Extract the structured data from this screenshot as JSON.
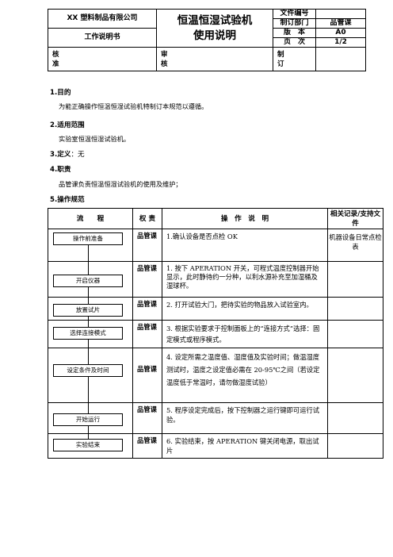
{
  "header": {
    "company": "XX 塑料制品有限公司",
    "doc_type": "工作说明书",
    "title_line1": "恒温恒湿试验机",
    "title_line2": "使用说明",
    "fields": [
      {
        "label": "文件编号",
        "value": ""
      },
      {
        "label": "制订部门",
        "value": "品管课"
      },
      {
        "label": "版　本",
        "value": "A0"
      },
      {
        "label": "页　次",
        "value": "1/2"
      }
    ],
    "approve": "核\n准",
    "review": "审\n核",
    "draft": "制\n订"
  },
  "sections": [
    {
      "heading": "1.目的",
      "body": "为能正确操作恒温恒湿试验机特制订本规范以遵循。"
    },
    {
      "heading": "2.适用范围",
      "body": "实验室恒温恒湿试验机。"
    },
    {
      "heading": "3.定义",
      "body": "：无"
    },
    {
      "heading": "4.职责",
      "body": "品管课负责恒温恒湿试验机的使用及维护；"
    },
    {
      "heading": "5.操作规范",
      "body": ""
    }
  ],
  "table": {
    "headers": [
      "流　　程",
      "权 责",
      "操　作　说　明",
      "相关记录/支持文件"
    ],
    "steps": [
      {
        "flow": "操作前准备",
        "resp": "品管课",
        "desc": "1.确认设备是否点检 OK",
        "record": "机器设备日常点检表"
      },
      {
        "flow": "开启仪器",
        "resp": "品管课",
        "desc": "1. 按下 APERATION 开关，可程式温度控制器开始显示，此时静待约一分种，以利水源补充至加湿桶及湿球杯。",
        "record": ""
      },
      {
        "flow": "放置试片",
        "resp": "品管课",
        "desc": "2. 打开试验大门，把待实验的物品放入试验室内。",
        "record": ""
      },
      {
        "flow": "选择连接模式",
        "resp": "品管课",
        "desc": "3. 根据实验要求于控制面板上的“连接方式”选择：固定模式或程序模式。",
        "record": ""
      },
      {
        "flow": "设定条件及时间",
        "resp": "品管课",
        "desc": "4. 设定所需之温度值、湿度值及实验时间；做温湿度测试时，温度之设定值必需在 20-95℃之间（若设定温度低于常温时，请勿做湿度试验）",
        "record": ""
      },
      {
        "flow": "开始运行",
        "resp": "品管课",
        "desc": "5. 程序设定完成后，按下控制器之运行键即可运行试验。",
        "record": ""
      },
      {
        "flow": "实验结束",
        "resp": "品管课",
        "desc": "6. 实验结束，按 APERATION 键关闭电源，取出试片",
        "record": ""
      }
    ]
  }
}
